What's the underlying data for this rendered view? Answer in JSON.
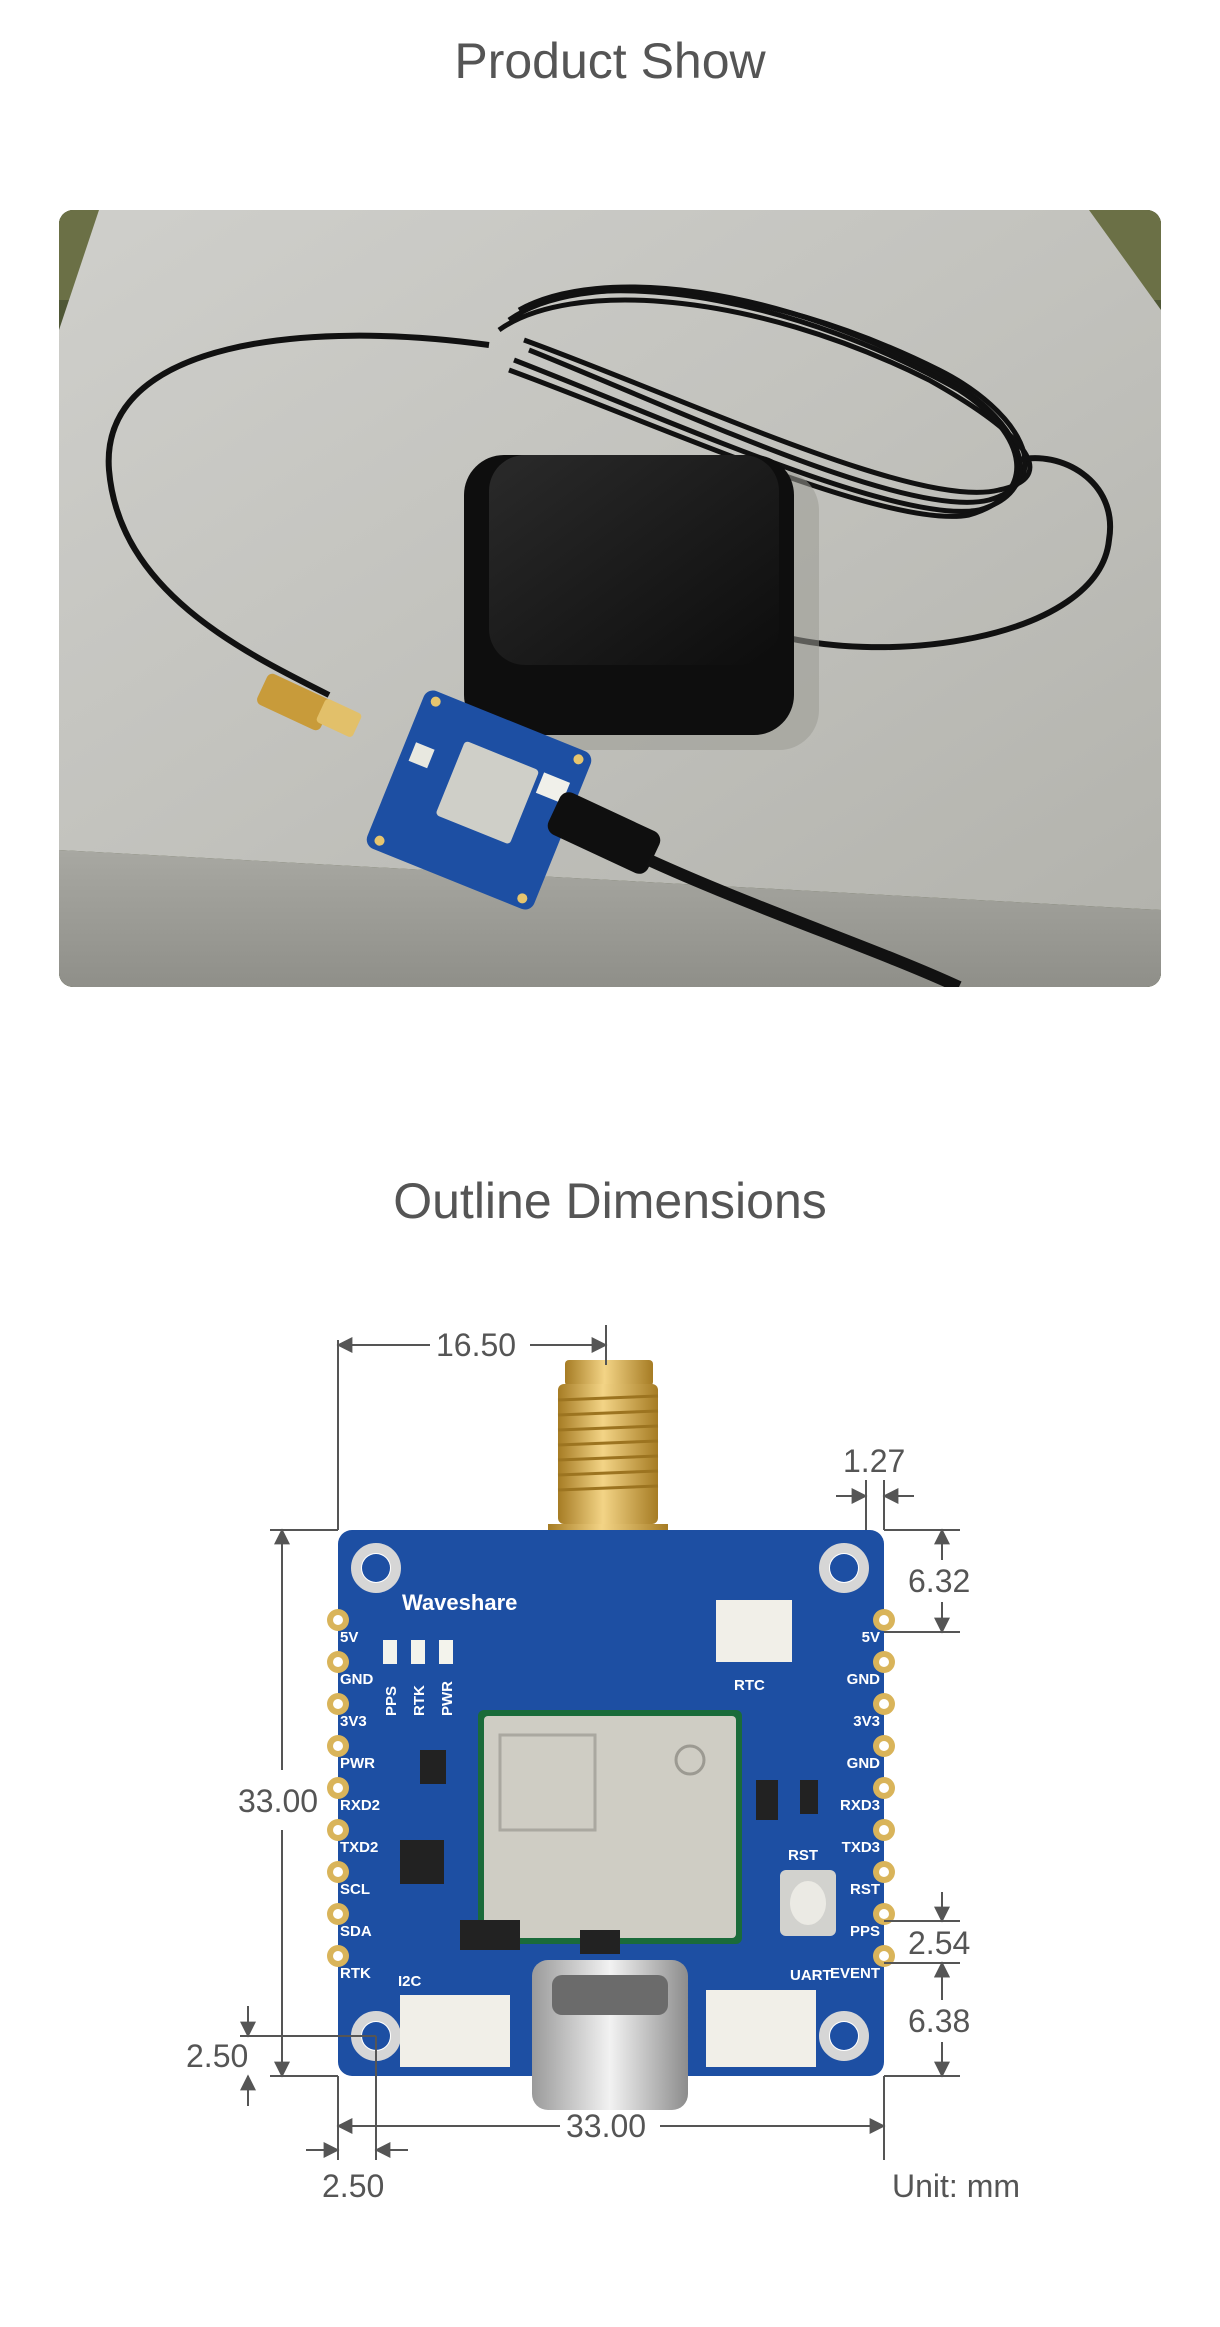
{
  "sections": {
    "product_show": {
      "title": "Product Show"
    },
    "outline_dimensions": {
      "title": "Outline Dimensions"
    }
  },
  "board": {
    "brand": "Waveshare",
    "left_pins": [
      "5V",
      "GND",
      "3V3",
      "PWR",
      "RXD2",
      "TXD2",
      "SCL",
      "SDA",
      "RTK"
    ],
    "right_pins": [
      "5V",
      "GND",
      "3V3",
      "GND",
      "RXD3",
      "TXD3",
      "RST",
      "PPS",
      "EVENT"
    ],
    "leds": [
      "PPS",
      "RTK",
      "PWR"
    ],
    "labels": {
      "rtc": "RTC",
      "rst": "RST",
      "i2c": "I2C",
      "uart": "UART"
    }
  },
  "dimensions": {
    "antenna_offset": "16.50",
    "pin_pitch_top": "1.27",
    "top_to_pin": "6.32",
    "height": "33.00",
    "pin_pitch": "2.54",
    "bottom_to_pin": "6.38",
    "hole_offset_y": "2.50",
    "width": "33.00",
    "hole_offset_x": "2.50",
    "unit": "Unit: mm"
  },
  "colors": {
    "pcb_blue": "#1d4fa3",
    "gold": "#d9b45a",
    "text_gray": "#555555"
  }
}
